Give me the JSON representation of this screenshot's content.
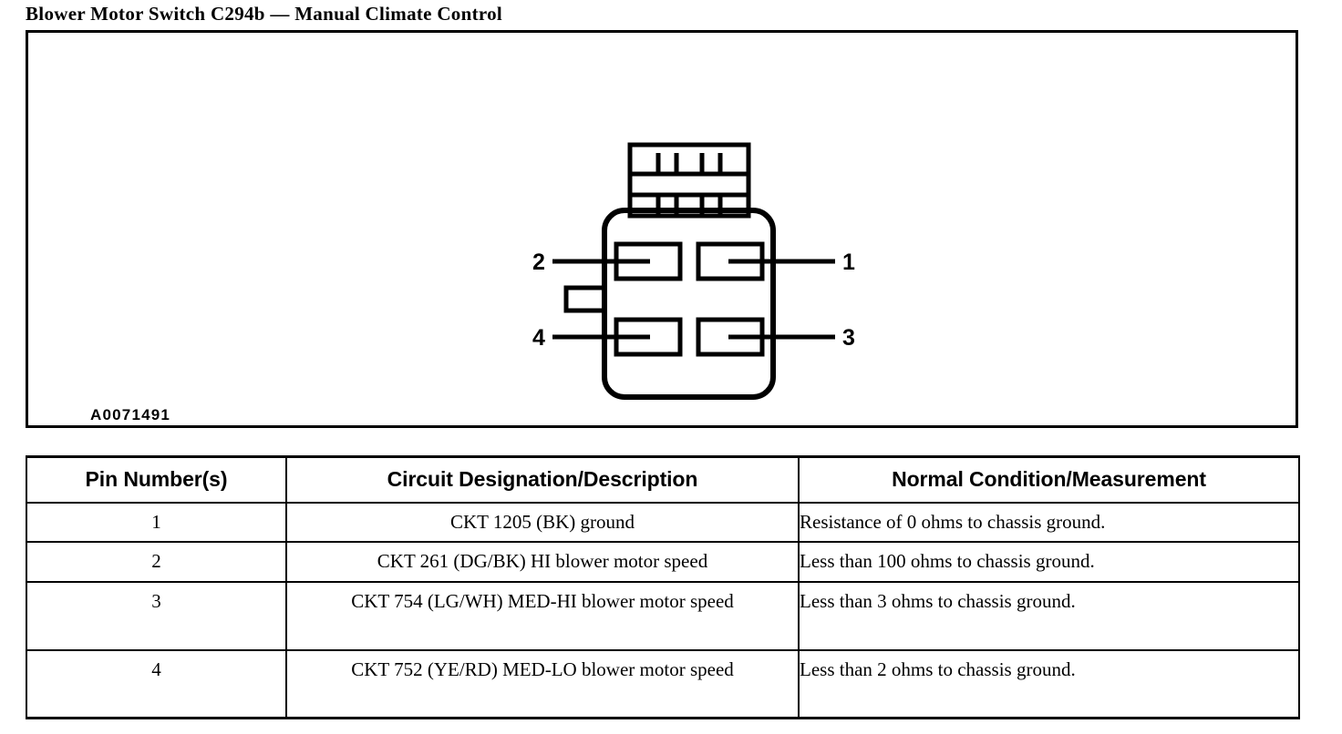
{
  "title": "Blower Motor Switch C294b — Manual Climate Control",
  "figure": {
    "caption": "A0071491",
    "diagram_type": "connector-pinout",
    "connector_name": "C294b",
    "cavity_count": 4,
    "pin_callouts": [
      {
        "label": "2",
        "side": "left",
        "position": "upper"
      },
      {
        "label": "1",
        "side": "right",
        "position": "upper"
      },
      {
        "label": "4",
        "side": "left",
        "position": "lower"
      },
      {
        "label": "3",
        "side": "right",
        "position": "lower"
      }
    ]
  },
  "table": {
    "headers": [
      "Pin Number(s)",
      "Circuit Designation/Description",
      "Normal Condition/Measurement"
    ],
    "rows": [
      {
        "pin": "1",
        "description": "CKT 1205 (BK) ground",
        "measurement": "Resistance of 0 ohms to chassis ground."
      },
      {
        "pin": "2",
        "description": "CKT 261 (DG/BK) HI blower motor speed",
        "measurement": "Less than 100 ohms to chassis ground."
      },
      {
        "pin": "3",
        "description": "CKT 754 (LG/WH) MED-HI blower motor speed",
        "measurement": "Less than 3 ohms to chassis ground."
      },
      {
        "pin": "4",
        "description": "CKT 752 (YE/RD) MED-LO blower motor speed",
        "measurement": "Less than 2 ohms to chassis ground."
      }
    ]
  },
  "colors": {
    "ink": "#000000",
    "paper": "#ffffff"
  }
}
